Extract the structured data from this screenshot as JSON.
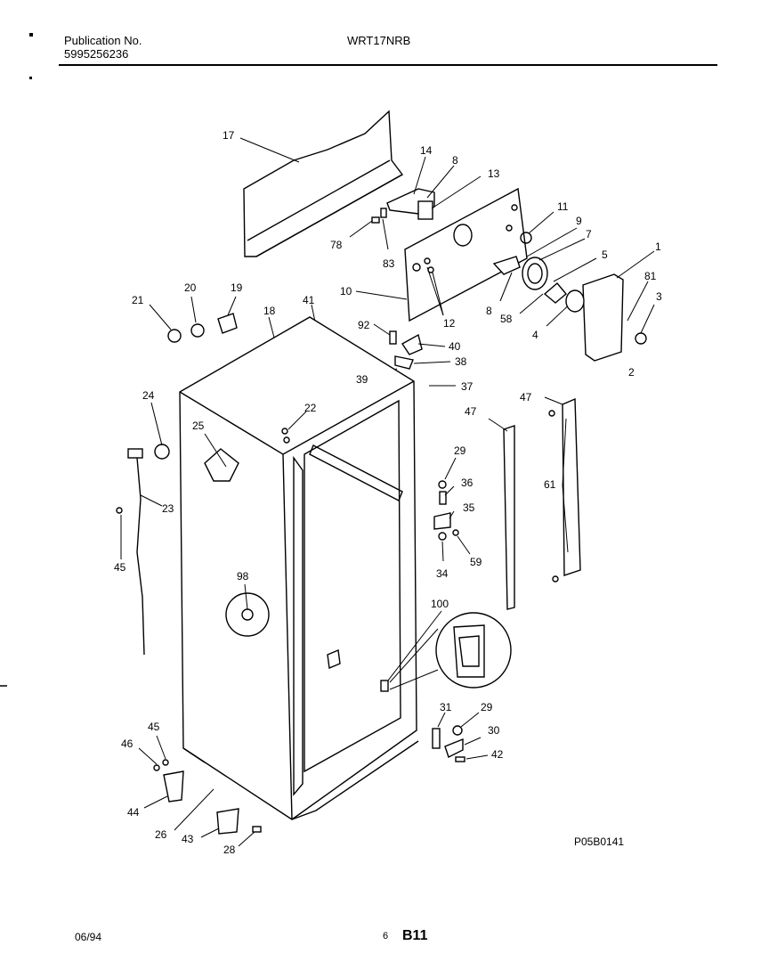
{
  "header": {
    "publication_label": "Publication No.",
    "publication_number": "5995256236",
    "model": "WRT17NRB"
  },
  "diagram_code": "P05B0141",
  "footer": {
    "date": "06/94",
    "page_small": "6",
    "page_code": "B11"
  },
  "callouts": [
    "17",
    "14",
    "8",
    "13",
    "78",
    "83",
    "11",
    "9",
    "7",
    "5",
    "1",
    "81",
    "3",
    "10",
    "12",
    "8",
    "58",
    "4",
    "2",
    "21",
    "20",
    "19",
    "18",
    "41",
    "92",
    "40",
    "38",
    "39",
    "37",
    "24",
    "22",
    "25",
    "23",
    "45",
    "29",
    "36",
    "35",
    "59",
    "34",
    "47",
    "47",
    "61",
    "98",
    "100",
    "31",
    "29",
    "30",
    "42",
    "45",
    "46",
    "44",
    "26",
    "43",
    "28"
  ]
}
